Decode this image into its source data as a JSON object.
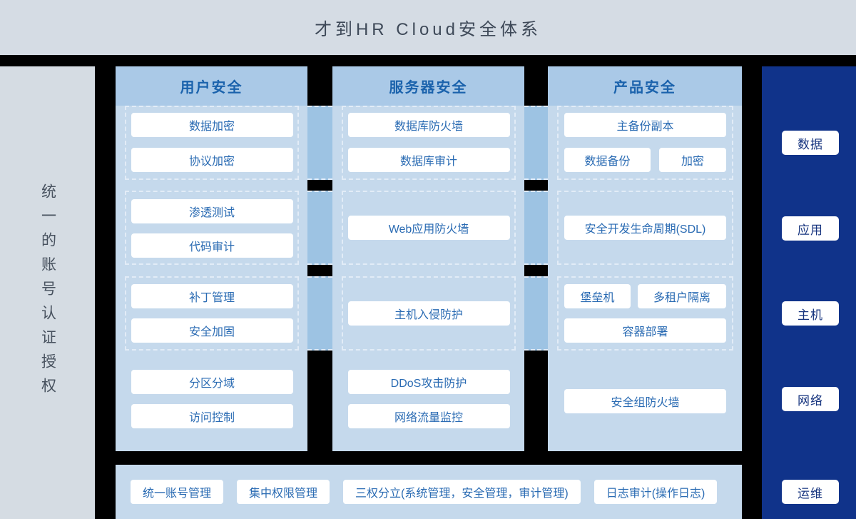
{
  "title": "才到HR Cloud安全体系",
  "left_sidebar": {
    "label": "统一的账号认证授权"
  },
  "columns": [
    {
      "header": "用户安全",
      "rows": [
        {
          "buttons": [
            "数据加密",
            "协议加密"
          ]
        },
        {
          "buttons": [
            "渗透测试",
            "代码审计"
          ]
        },
        {
          "buttons": [
            "补丁管理",
            "安全加固"
          ]
        },
        {
          "buttons": [
            "分区分域",
            "访问控制"
          ]
        }
      ]
    },
    {
      "header": "服务器安全",
      "rows": [
        {
          "buttons": [
            "数据库防火墙",
            "数据库审计"
          ]
        },
        {
          "buttons": [
            "Web应用防火墙"
          ]
        },
        {
          "buttons": [
            "主机入侵防护"
          ]
        },
        {
          "buttons": [
            "DDoS攻击防护",
            "网络流量监控"
          ]
        }
      ]
    },
    {
      "header": "产品安全",
      "rows": [
        {
          "buttons": [
            "主备份副本",
            "数据备份",
            "加密"
          ]
        },
        {
          "buttons": [
            "安全开发生命周期(SDL)"
          ]
        },
        {
          "buttons": [
            "堡垒机",
            "多租户隔离",
            "容器部署"
          ]
        },
        {
          "buttons": [
            "安全组防火墙"
          ]
        }
      ]
    }
  ],
  "right_sidebar": {
    "items": [
      "数据",
      "应用",
      "主机",
      "网络",
      "运维"
    ]
  },
  "bottom_bar": {
    "items": [
      "统一账号管理",
      "集中权限管理",
      "三权分立(系统管理，安全管理，审计管理)",
      "日志审计(操作日志)"
    ]
  },
  "colors": {
    "background": "#000000",
    "page_header_bg": "#d5dce4",
    "left_rail_bg": "#d5dce3",
    "column_body": "#c5d9ec",
    "column_header": "#aac9e7",
    "connector": "#9dc3e3",
    "navy": "#10338a",
    "accent_text": "#2a6bb3",
    "title_text": "#3e4958"
  }
}
